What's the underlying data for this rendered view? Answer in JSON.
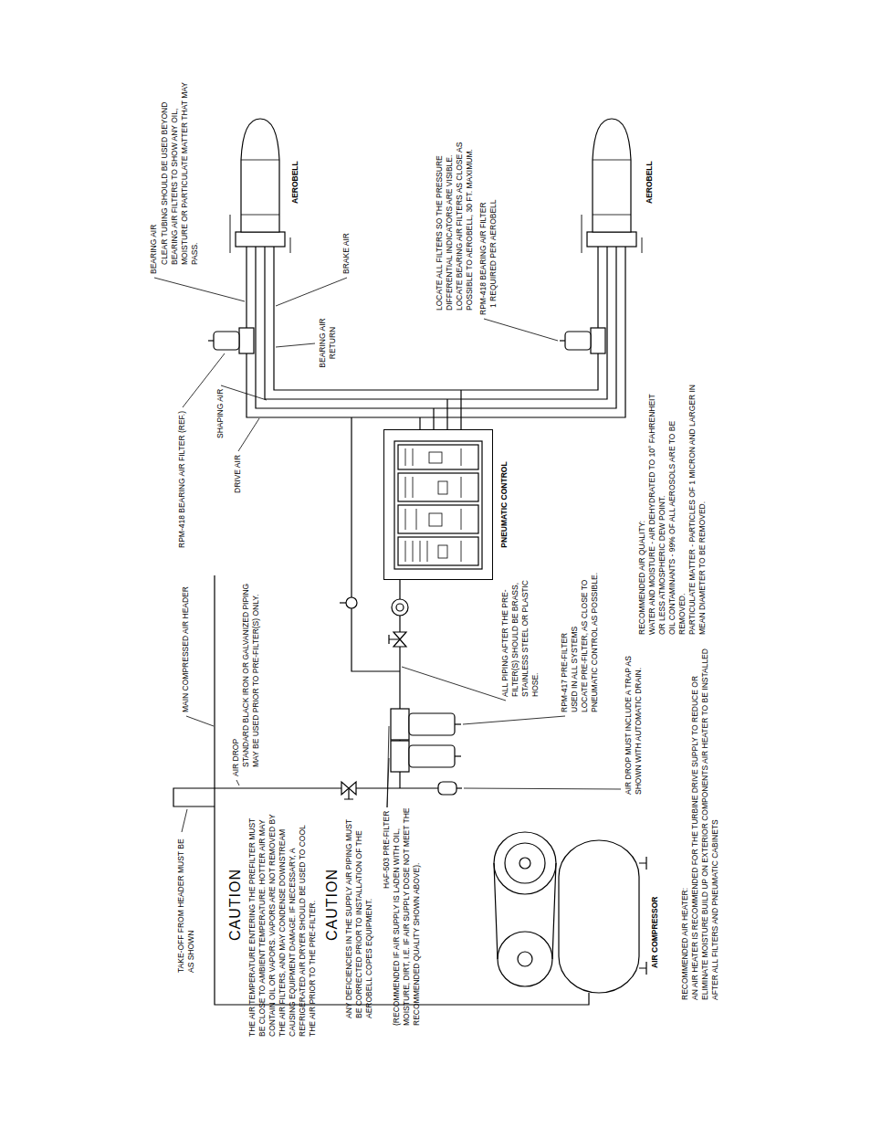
{
  "diagram": {
    "nodes": [
      {
        "text": [
          "PNEUMATIC CONTROL"
        ]
      }
    ],
    "labels": [
      "BEARING AIR",
      "CLEAR TUBING SHOULD BE USED BEYOND BEARING AIR FILTERS TO SHOW ANY OIL, MOISTURE OR PARTICULATE MATTER THAT MAY PASS.",
      "AEROBELL",
      "BRAKE AIR",
      "BEARING AIR RETURN",
      "RPM-418 BEARING AIR FILTER (REF.)",
      "SHAPING AIR",
      "DRIVE AIR",
      "LOCATE ALL FILTERS SO THE PRESSURE DIFFERENTIAL INDICATORS ARE VISIBLE.",
      "LOCATE BEARING AIR FILTERS AS CLOSE AS POSSIBLE TO AEROBELL, 30 FT. MAXIMUM.",
      "RPM-418 BEARING AIR FILTER",
      "1 REQUIRED PER AEROBELL",
      "AEROBELL",
      "MAIN COMPRESSED AIR HEADER",
      "AIR DROP",
      "STANDARD BLACK IRON OR GALVANIZED PIPING MAY BE USED PRIOR TO PRE-FILTER(S) ONLY.",
      "TAKE-OFF FROM HEADER MUST BE AS SHOWN",
      "CAUTION",
      "THE AIR TEMPERATURE ENTERING THE PREFILTER MUST BE CLOSE TO AMBIENT TEMPERATURE. HOTTER AIR MAY CONTAIN OIL OR VAPORS. VAPORS ARE NOT REMOVED BY THE AIR FILTERS, AND MAY CONDENSE DOWNSTREAM CAUSING EQUIPMENT DAMAGE. IF NECESSARY, A REFRIGERATED AIR DRYER SHOULD BE USED TO COOL THE AIR PRIOR TO THE PRE-FILTER.",
      "CAUTION",
      "ANY DEFICIENCIES IN THE SUPPLY AIR PIPING MUST BE CORRECTED PRIOR TO INSTALLATION OF THE AEROBELL COPES EQUIPMENT.",
      "HAF-503 PRE-FILTER",
      "(RECOMMENDED IF AIR SUPPLY IS LADEN WITH OIL, MOISTURE, DIRT, I.E. IF AIR SUPPLY DOSE NOT MEET THE RECOMMENDED QUALITY SHOWN ABOVE).",
      "ALL PIPING AFTER THE PRE-FILTER(S) SHOULD BE BRASS, STAINLESS STEEL OR PLASTIC HOSE.",
      "RPM-417 PRE-FILTER",
      "USED IN ALL SYSTEMS",
      "LOCATE PRE-FILTER, AS CLOSE TO PNEUMATIC CONTROL AS POSSIBLE.",
      "AIR DROP MUST INCLUDE A TRAP AS SHOWN WITH AUTOMATIC DRAIN.",
      "AIR COMPRESSOR",
      "RECOMMENDED AIR QUALITY:",
      "WATER AND MOISTURE - AIR DEHYDRATED TO 10° FAHRENHEIT OR LESS ATMOSPHERIC DEW POINT.",
      "OIL CONTAMINANTS - 99% OF ALL AEROSOLS ARE TO BE REMOVED.",
      "PARTICULATE MATTER - PARTICLES OF 1 MICRON AND LARGER IN MEAN DIAMETER TO BE REMOVED.",
      "RECOMMENDED AIR HEATER:",
      "AN AIR HEATER IS RECOMMENDED FOR THE TURBINE DRIVE SUPPLY TO REDUCE OR ELIMINATE MOISTURE BUILD UP ON EXTERIOR COMPONENTS AIR HEATER TO BE INSTALLED AFTER ALL FILTERS AND PNEUMATIC CABINETS"
    ]
  }
}
